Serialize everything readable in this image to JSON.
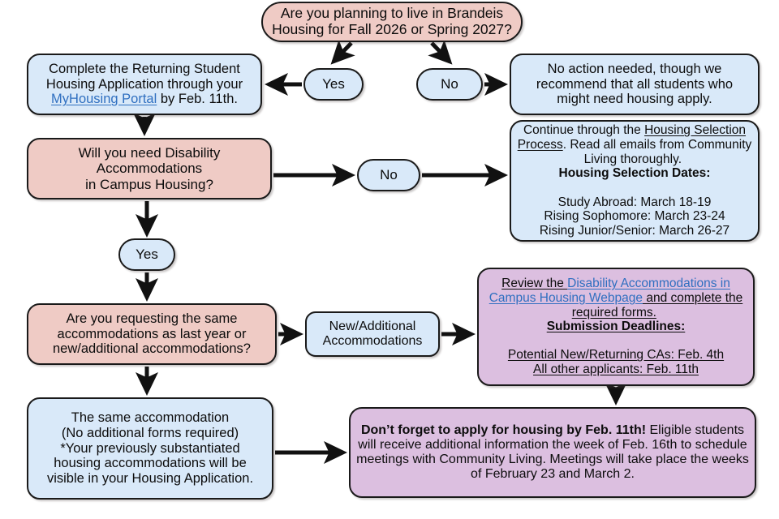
{
  "meta": {
    "title": "Brandeis Housing Application Flowchart",
    "colors": {
      "question_fill": "#efcbc5",
      "info_fill": "#d9e9f9",
      "accommodation_fill": "#dcbfe0",
      "link_text": "#2f6fc0",
      "outline": "#1a1a1a",
      "background": "#ffffff"
    }
  },
  "nodes": {
    "top_question": {
      "text": "Are you planning to live in Brandeis Housing for Fall 2026 or Spring 2027?",
      "line1": "Are you planning to live in Brandeis",
      "line2": "Housing for Fall 2026 or Spring 2027?",
      "shape": "pill",
      "fill": "question"
    },
    "yes_branch_1": {
      "label": "Yes",
      "shape": "pill",
      "fill": "info"
    },
    "no_branch_1": {
      "label": "No",
      "shape": "pill",
      "fill": "info"
    },
    "apply_box": {
      "line1": "Complete the Returning Student",
      "line2": "Housing Application through your",
      "line3_pre": "",
      "link_text": "MyHousing Portal",
      "line3_post": " by Feb. 11th.",
      "shape": "rounded",
      "fill": "info"
    },
    "no_action_box": {
      "line1": "No action needed, though we",
      "line2": "recommend that all students who",
      "line3": "might need housing apply.",
      "shape": "rounded",
      "fill": "info"
    },
    "disability_question": {
      "line1": "Will you need Disability",
      "line2": "Accommodations",
      "line3": "in Campus Housing?",
      "shape": "rounded",
      "fill": "question"
    },
    "no_branch_2": {
      "label": "No",
      "shape": "pill",
      "fill": "info"
    },
    "yes_branch_2": {
      "label": "Yes",
      "shape": "pill",
      "fill": "info"
    },
    "continue_box": {
      "intro_pre": "Continue through the ",
      "intro_link": "Housing Selection Process",
      "intro_post": ". Read all emails from Community Living thoroughly.",
      "dates_heading": "Housing Selection Dates:",
      "dates": [
        "Study Abroad: March 18-19",
        "Rising Sophomore: March 23-24",
        "Rising Junior/Senior: March 26-27"
      ],
      "shape": "rounded",
      "fill": "info"
    },
    "same_question": {
      "line1": "Are you requesting the same",
      "line2": "accommodations as last year or",
      "line3": "new/additional accommodations?",
      "shape": "rounded",
      "fill": "question"
    },
    "new_additional": {
      "line1": "New/Additional",
      "line2": "Accommodations",
      "shape": "pill",
      "fill": "info"
    },
    "review_box": {
      "intro_pre": "Review the ",
      "intro_link": "Disability Accommodations in Campus Housing Webpage",
      "intro_post": " and complete the required forms.",
      "deadlines_heading": "Submission Deadlines:",
      "deadlines": [
        "Potential New/Returning CAs: Feb. 4th",
        "All other applicants: Feb. 11th"
      ],
      "shape": "rounded",
      "fill": "accommodation"
    },
    "same_accommodation": {
      "line1": "The same accommodation",
      "line2": "(No additional forms required)",
      "line3": "*Your previously substantiated",
      "line4": "housing accommodations will be",
      "line5": "visible in your Housing Application.",
      "shape": "rounded",
      "fill": "info"
    },
    "dont_forget": {
      "bold_lead": "Don’t forget to apply for housing by Feb. 11th!",
      "body": " Eligible students will receive additional information the week of Feb. 16th to schedule meetings with Community Living. Meetings will take place the weeks of February 23 and March 2.",
      "shape": "rounded",
      "fill": "accommodation"
    }
  }
}
